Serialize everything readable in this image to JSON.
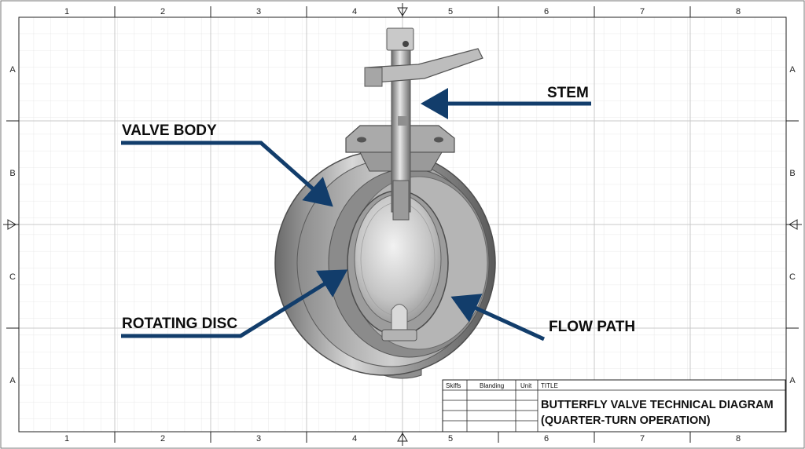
{
  "frame": {
    "column_labels": [
      "1",
      "2",
      "3",
      "4",
      "5",
      "6",
      "7",
      "8"
    ],
    "row_labels": [
      "A",
      "B",
      "C",
      "A"
    ]
  },
  "callouts": {
    "stem": "STEM",
    "valve_body": "VALVE BODY",
    "rotating_disc": "ROTATING DISC",
    "flow_path": "FLOW PATH"
  },
  "title_block": {
    "headers": [
      "Skiffs",
      "Blanding",
      "Unit",
      "TITLE"
    ],
    "title_line1": "BUTTERFLY VALVE TECHNICAL DIAGRAM",
    "title_line2": "(QUARTER-TURN OPERATION)"
  },
  "colors": {
    "callout_arrow": "#123d6b",
    "grid_minor": "#e4e4e4",
    "grid_major": "#c9c9c9",
    "steel_light": "#e2e2e2",
    "steel_mid": "#a8a8a8",
    "steel_dark": "#5e5e5e",
    "frame": "#222222"
  }
}
